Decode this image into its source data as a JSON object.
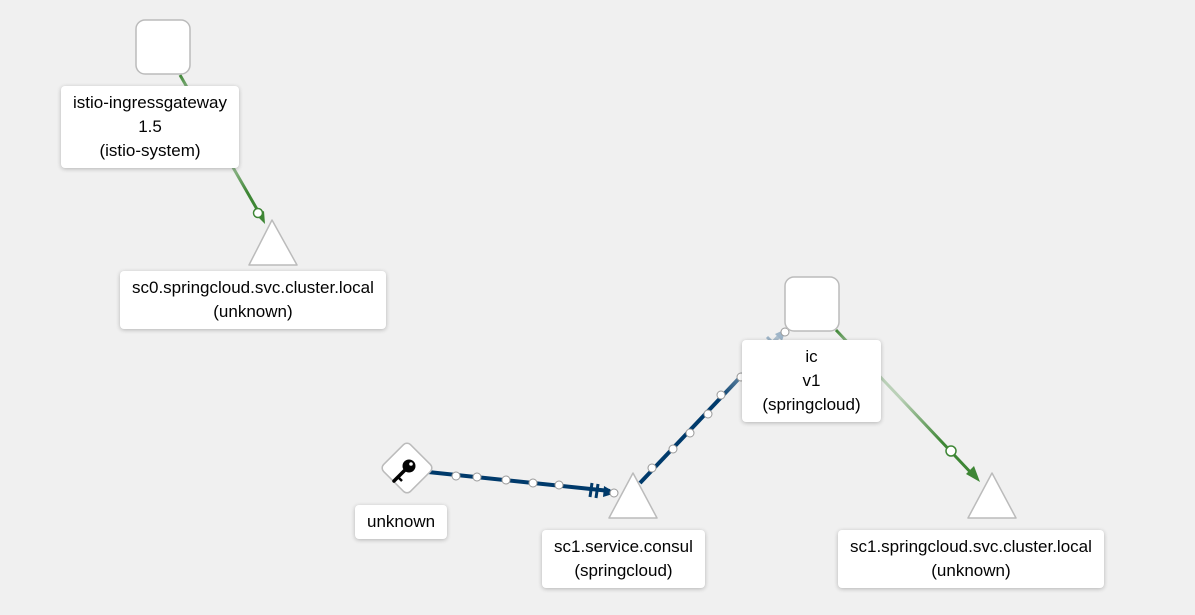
{
  "nodes": [
    {
      "id": "istio-ingressgateway",
      "shape": "workload-square",
      "lines": [
        "istio-ingressgateway",
        "1.5",
        "(istio-system)"
      ]
    },
    {
      "id": "sc0-service",
      "shape": "service-triangle",
      "lines": [
        "sc0.springcloud.svc.cluster.local",
        "(unknown)"
      ]
    },
    {
      "id": "ic-v1",
      "shape": "workload-square",
      "lines": [
        "ic",
        "v1",
        "(springcloud)"
      ]
    },
    {
      "id": "unknown",
      "shape": "unknown-diamond",
      "icon": "key-icon",
      "lines": [
        "unknown"
      ]
    },
    {
      "id": "sc1-consul",
      "shape": "service-triangle",
      "lines": [
        "sc1.service.consul",
        "(springcloud)"
      ]
    },
    {
      "id": "sc1-service",
      "shape": "service-triangle",
      "lines": [
        "sc1.springcloud.svc.cluster.local",
        "(unknown)"
      ]
    }
  ],
  "edges": [
    {
      "from": "istio-ingressgateway",
      "to": "sc0-service",
      "protocol": "http",
      "status": "healthy",
      "color": "#3e8635"
    },
    {
      "from": "unknown",
      "to": "sc1-consul",
      "protocol": "tcp",
      "color": "#003a6b"
    },
    {
      "from": "sc1-consul",
      "to": "ic-v1",
      "protocol": "tcp",
      "color": "#003a6b"
    },
    {
      "from": "ic-v1",
      "to": "sc1-service",
      "protocol": "http",
      "status": "healthy",
      "color": "#3e8635"
    }
  ],
  "colors": {
    "background": "#f0f0f0",
    "healthy_edge": "#3e8635",
    "tcp_edge": "#003a6b",
    "node_border": "#bbbbbb"
  }
}
